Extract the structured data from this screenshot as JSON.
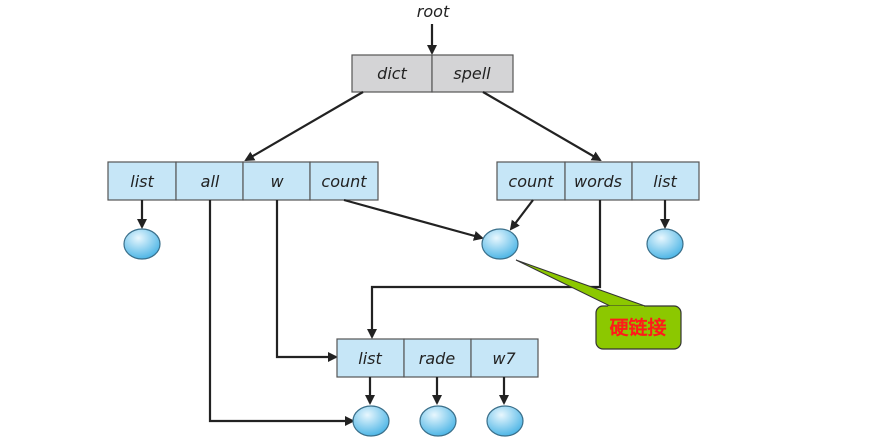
{
  "root_label": "root",
  "colors": {
    "root_dir_fill": "#d4d4d6",
    "dir_fill": "#c6e6f7",
    "cell_border": "#555555",
    "file_node_fill_light": "#dff3fd",
    "file_node_fill_dark": "#5bbde8",
    "callout_fill": "#8cc800",
    "callout_text": "#ff1a1a"
  },
  "directories": {
    "root": {
      "entries": [
        "dict",
        "spell"
      ]
    },
    "dict": {
      "entries": [
        "list",
        "all",
        "w",
        "count"
      ]
    },
    "spell": {
      "entries": [
        "count",
        "words",
        "list"
      ]
    },
    "w": {
      "entries": [
        "list",
        "rade",
        "w7"
      ]
    }
  },
  "callout": {
    "label": "硬链接"
  }
}
